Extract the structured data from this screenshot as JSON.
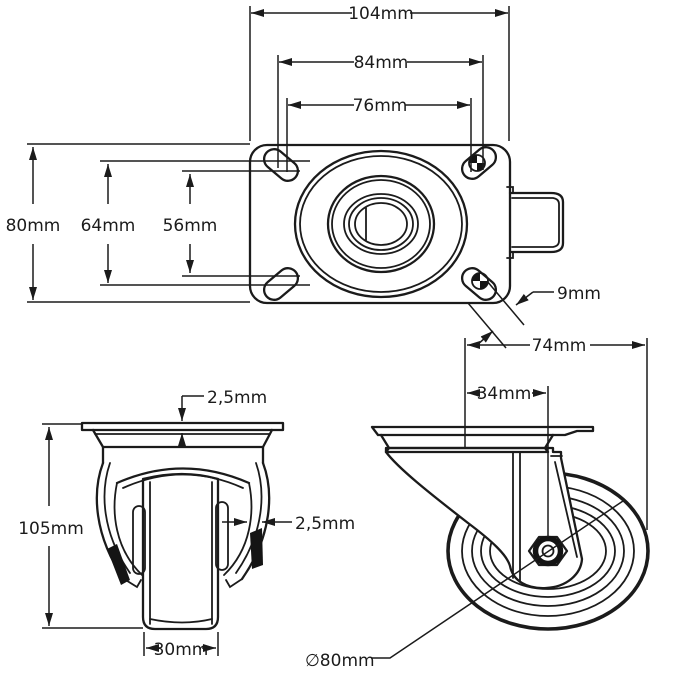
{
  "drawing": {
    "type": "technical-dimension-drawing",
    "subject": "swivel caster wheel - three orthographic views",
    "background": "#ffffff",
    "line_color": "#1b1b1b",
    "views": {
      "top_plate_view": {
        "dimension_labels": [
          "104mm",
          "84mm",
          "76mm",
          "80mm",
          "64mm",
          "56mm",
          "9mm"
        ],
        "dimension_values_mm": [
          104,
          84,
          76,
          80,
          64,
          56,
          9
        ]
      },
      "front_view": {
        "dimension_labels": [
          "2,5mm",
          "105mm",
          "2,5mm",
          "30mm"
        ],
        "dimension_values_mm": [
          2.5,
          105,
          2.5,
          30
        ]
      },
      "side_view": {
        "dimension_labels": [
          "74mm",
          "34mm",
          "∅80mm"
        ],
        "dimension_values_mm": [
          74,
          34,
          80
        ]
      }
    }
  },
  "labels": {
    "d104": "104mm",
    "d84": "84mm",
    "d76": "76mm",
    "d80": "80mm",
    "d64": "64mm",
    "d56": "56mm",
    "d9": "9mm",
    "d25top": "2,5mm",
    "d105": "105mm",
    "d25fork": "2,5mm",
    "d30": "30mm",
    "d74": "74mm",
    "d34": "34mm",
    "ddia80": "∅80mm"
  }
}
